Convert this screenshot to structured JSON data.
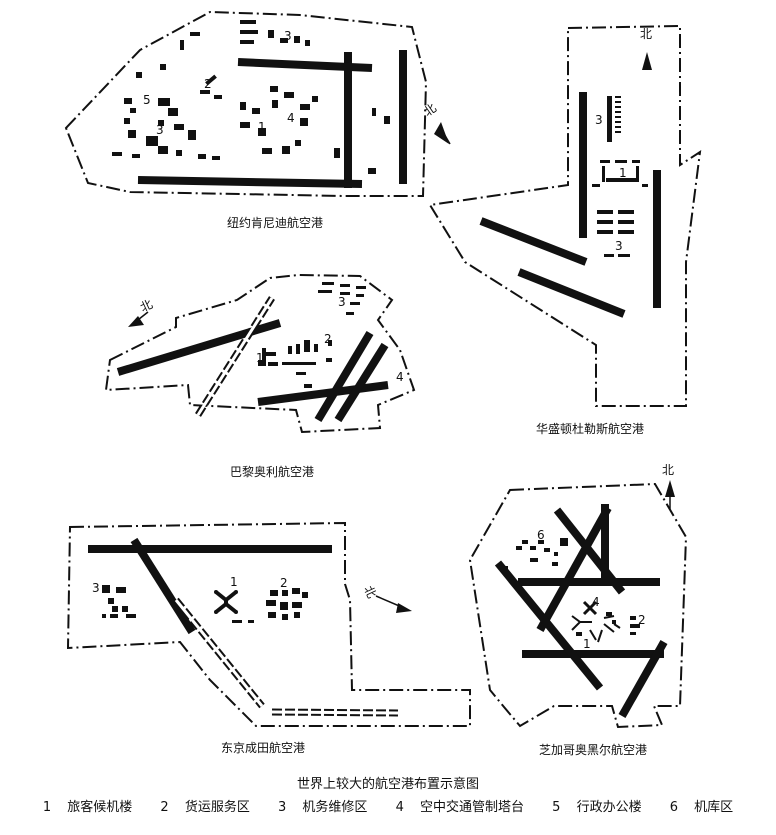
{
  "airports": [
    {
      "name": "纽约肯尼迪航空港",
      "labels": [
        "1",
        "2",
        "3",
        "3",
        "4",
        "5"
      ]
    },
    {
      "name": "华盛顿杜勒斯航空港",
      "labels": [
        "1",
        "3",
        "3"
      ]
    },
    {
      "name": "巴黎奥利航空港",
      "labels": [
        "1",
        "2",
        "3",
        "4"
      ]
    },
    {
      "name": "东京成田航空港",
      "labels": [
        "1",
        "2",
        "3"
      ]
    },
    {
      "name": "芝加哥奥黑尔航空港",
      "labels": [
        "1",
        "2",
        "4",
        "6"
      ]
    }
  ],
  "north_label": "北",
  "figure_title": "世界上较大的航空港布置示意图",
  "legend": [
    {
      "num": "1",
      "text": "旅客候机楼"
    },
    {
      "num": "2",
      "text": "货运服务区"
    },
    {
      "num": "3",
      "text": "机务维修区"
    },
    {
      "num": "4",
      "text": "空中交通管制塔台"
    },
    {
      "num": "5",
      "text": "行政办公楼"
    },
    {
      "num": "6",
      "text": "机库区"
    }
  ]
}
